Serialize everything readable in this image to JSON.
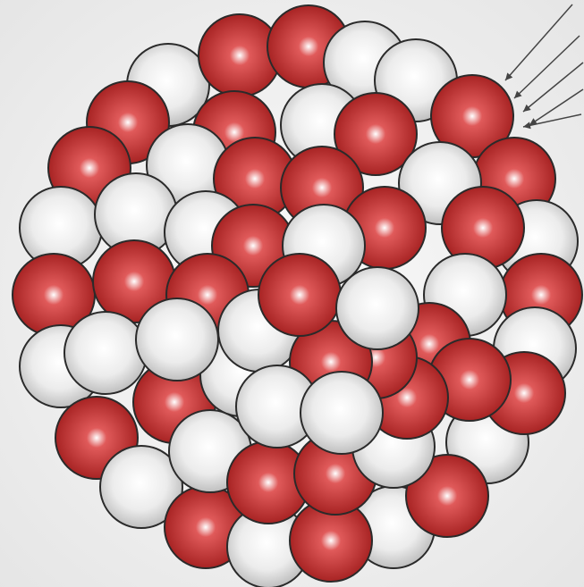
{
  "colors": {
    "background": "#f2f2f2",
    "proton_highlight": "#ffffff",
    "proton_mid": "#e05a5a",
    "proton_edge": "#a01c1c",
    "neutron_highlight": "#ffffff",
    "neutron_mid": "#ececec",
    "neutron_edge": "#b4b4b4",
    "outline": "#2a2a2a",
    "arrow": "#444444"
  },
  "diagram": {
    "kind": "atomic-nucleus",
    "particles": {
      "proton_color": "red",
      "neutron_color": "white"
    },
    "arrows_count": 5
  }
}
